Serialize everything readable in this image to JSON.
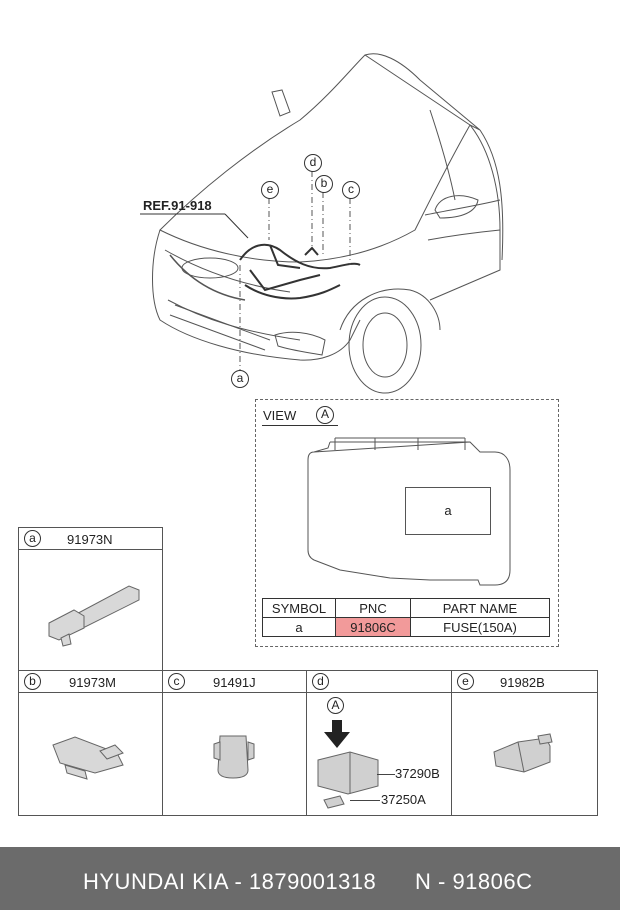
{
  "reference_label": "REF.91-918",
  "callouts": {
    "a": "a",
    "b": "b",
    "c": "c",
    "d": "d",
    "e": "e",
    "view_A": "A"
  },
  "view": {
    "title": "VIEW",
    "marker": "A",
    "box_label": "a"
  },
  "symbol_table": {
    "headers": [
      "SYMBOL",
      "PNC",
      "PART NAME"
    ],
    "row": [
      "a",
      "91806C",
      "FUSE(150A)"
    ],
    "highlight_color": "#f29a9a"
  },
  "parts": [
    {
      "symbol": "a",
      "code": "91973N"
    },
    {
      "symbol": "b",
      "code": "91973M"
    },
    {
      "symbol": "c",
      "code": "91491J"
    },
    {
      "symbol": "d",
      "code": "",
      "subparts": [
        "37290B",
        "37250A"
      ],
      "marker": "A"
    },
    {
      "symbol": "e",
      "code": "91982B"
    }
  ],
  "footer": {
    "brand": "HYUNDAI  KIA - 1879001318",
    "pnc": "N - 91806C",
    "background": "#6b6b6b"
  }
}
